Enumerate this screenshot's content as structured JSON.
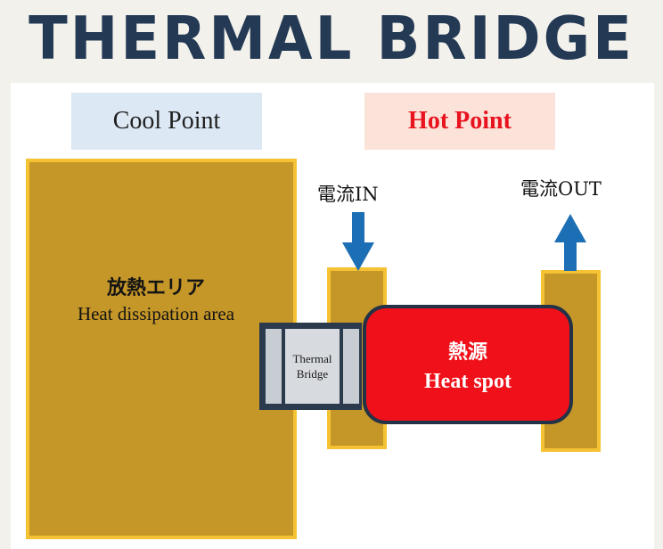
{
  "header": {
    "title": "THERMAL BRIDGE"
  },
  "labels": {
    "cool_point": "Cool Point",
    "hot_point": "Hot Point"
  },
  "heat_dissipation": {
    "label_jp": "放熱エリア",
    "label_en": "Heat dissipation area"
  },
  "thermal_bridge": {
    "line1": "Thermal",
    "line2": "Bridge"
  },
  "heat_source": {
    "label_jp": "熱源",
    "label_en": "Heat spot"
  },
  "current": {
    "in_label": "電流IN",
    "out_label": "電流OUT"
  },
  "colors": {
    "title": "#243a54",
    "gold_fill": "#c59628",
    "gold_border": "#f4c232",
    "hot_red": "#f0101a",
    "arrow_blue": "#1d6fb5",
    "cool_bg": "#dce8f3",
    "hot_bg": "#fbe3d9"
  },
  "icons": {
    "current_in": "arrow-down-icon",
    "current_out": "arrow-up-icon"
  }
}
